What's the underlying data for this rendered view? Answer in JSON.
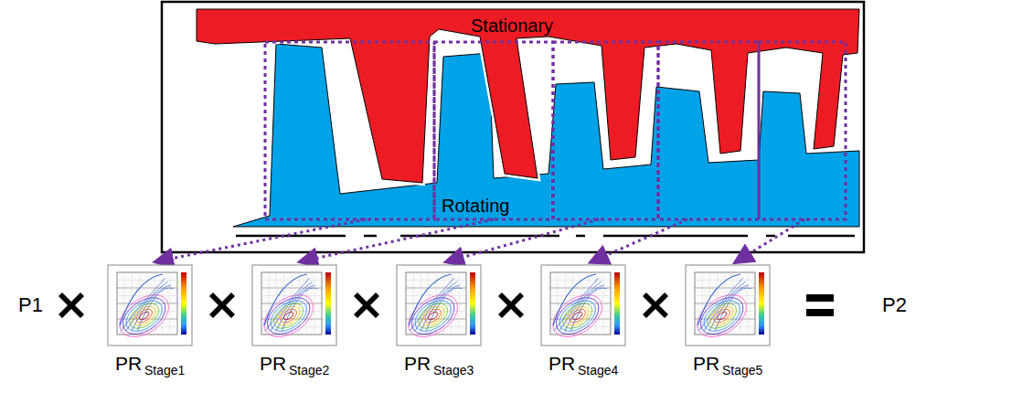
{
  "diagram": {
    "nodes": [
      {
        "text": [
          "Stationary"
        ]
      },
      {
        "text": [
          "Rotating"
        ]
      }
    ],
    "labels": [
      "P1",
      "PR",
      "Stage1",
      "PR",
      "Stage2",
      "PR",
      "Stage3",
      "PR",
      "Stage4",
      "PR",
      "Stage5",
      "P2"
    ]
  }
}
